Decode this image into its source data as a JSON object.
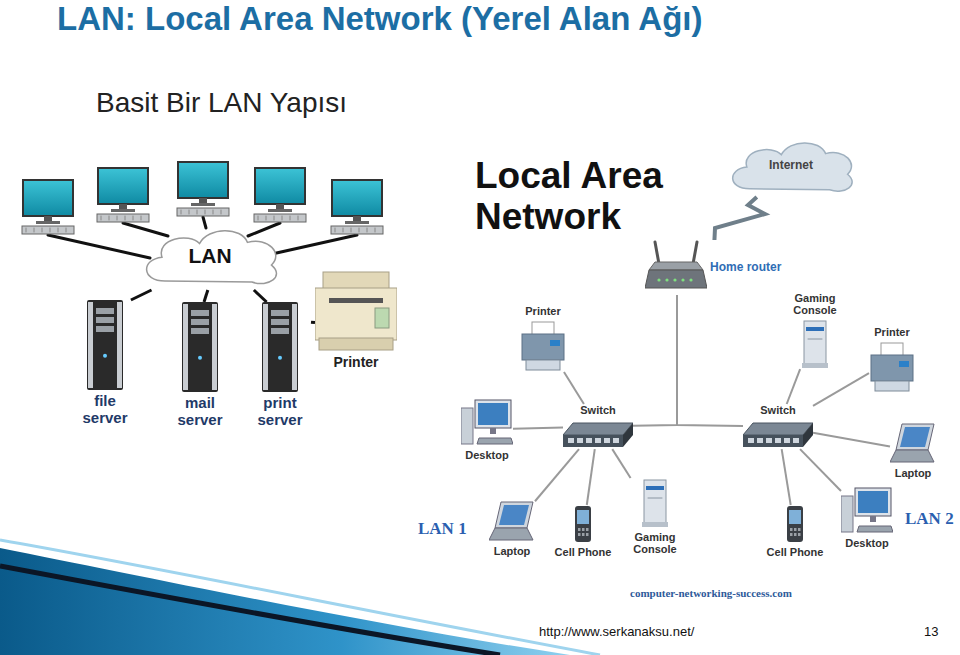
{
  "diagram": {
    "title": "LAN: Local Area Network (Yerel Alan Ağı)",
    "nodes": [
      {
        "text": [
          "LAN"
        ]
      },
      {
        "text": [
          "file server"
        ]
      },
      {
        "text": [
          "mail server"
        ]
      },
      {
        "text": [
          "print server"
        ]
      },
      {
        "text": [
          "Printer"
        ]
      },
      {
        "text": [
          "Internet"
        ]
      },
      {
        "text": [
          "Home router"
        ]
      },
      {
        "text": [
          "Printer"
        ]
      },
      {
        "text": [
          "Gaming Console"
        ]
      },
      {
        "text": [
          "Printer"
        ]
      },
      {
        "text": [
          "Switch"
        ]
      },
      {
        "text": [
          "Switch"
        ]
      },
      {
        "text": [
          "Desktop"
        ]
      },
      {
        "text": [
          "Laptop"
        ]
      },
      {
        "text": [
          "Cell Phone"
        ]
      },
      {
        "text": [
          "Gaming Console"
        ]
      },
      {
        "text": [
          "Cell Phone"
        ]
      },
      {
        "text": [
          "Desktop"
        ]
      },
      {
        "text": [
          "Laptop"
        ]
      }
    ],
    "edges": [
      {
        "from": 0,
        "to": 1,
        "arrow": "none"
      },
      {
        "from": 0,
        "to": 2,
        "arrow": "none"
      },
      {
        "from": 0,
        "to": 3,
        "arrow": "none"
      },
      {
        "from": 3,
        "to": 4,
        "arrow": "none"
      },
      {
        "from": 5,
        "to": 6,
        "arrow": "none"
      },
      {
        "from": 6,
        "to": 10,
        "arrow": "none"
      },
      {
        "from": 6,
        "to": 11,
        "arrow": "none"
      },
      {
        "from": 10,
        "to": 7,
        "arrow": "none"
      },
      {
        "from": 10,
        "to": 12,
        "arrow": "none"
      },
      {
        "from": 10,
        "to": 13,
        "arrow": "none"
      },
      {
        "from": 10,
        "to": 14,
        "arrow": "none"
      },
      {
        "from": 10,
        "to": 15,
        "arrow": "none"
      },
      {
        "from": 11,
        "to": 8,
        "arrow": "none"
      },
      {
        "from": 11,
        "to": 9,
        "arrow": "none"
      },
      {
        "from": 11,
        "to": 16,
        "arrow": "none"
      },
      {
        "from": 11,
        "to": 17,
        "arrow": "none"
      },
      {
        "from": 11,
        "to": 18,
        "arrow": "none"
      }
    ],
    "labels": [
      "Basit Bir LAN Yapısı",
      "Local Area Network",
      "LAN 1",
      "LAN 2",
      "computer-networking-success.com",
      "http://www.serkanaksu.net/",
      "13"
    ]
  }
}
